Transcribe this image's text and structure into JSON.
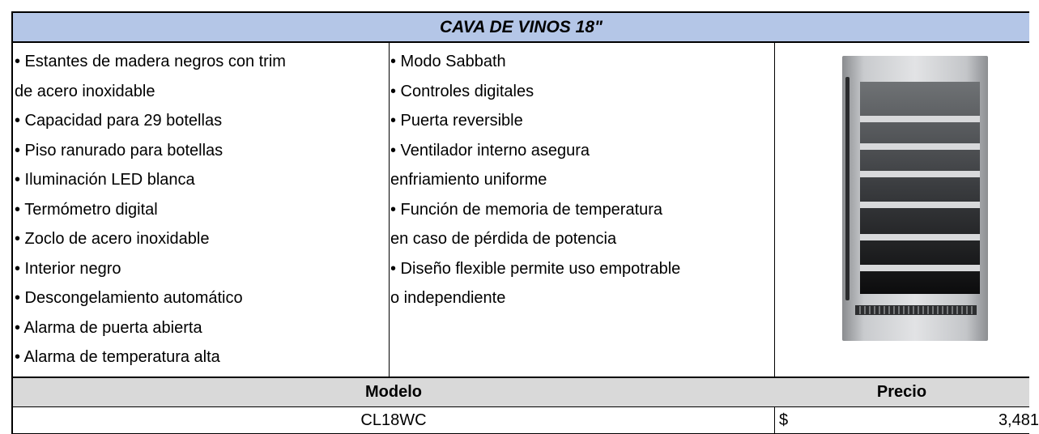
{
  "title": "CAVA DE VINOS 18\"",
  "features_left": [
    "• Estantes  de madera negros con trim",
    "de acero inoxidable",
    "• Capacidad para 29 botellas",
    "• Piso ranurado para botellas",
    "• Iluminación LED blanca",
    "• Termómetro digital",
    "• Zoclo de acero inoxidable",
    "• Interior negro",
    "• Descongelamiento automático",
    "• Alarma de puerta abierta",
    "• Alarma de temperatura alta"
  ],
  "features_right": [
    "• Modo Sabbath",
    "• Controles digitales",
    "• Puerta reversible",
    "• Ventilador interno asegura",
    "enfriamiento uniforme",
    "• Función de memoria de temperatura",
    "en caso de pérdida de potencia",
    "• Diseño flexible permite uso empotrable",
    "o independiente"
  ],
  "table": {
    "model_header": "Modelo",
    "price_header": "Precio",
    "model_value": "CL18WC",
    "currency": "$",
    "price_value": "3,481"
  },
  "colors": {
    "title_bg": "#b4c6e7",
    "header_bg": "#d9d9d9"
  },
  "product_image": "wine-cooler-image"
}
